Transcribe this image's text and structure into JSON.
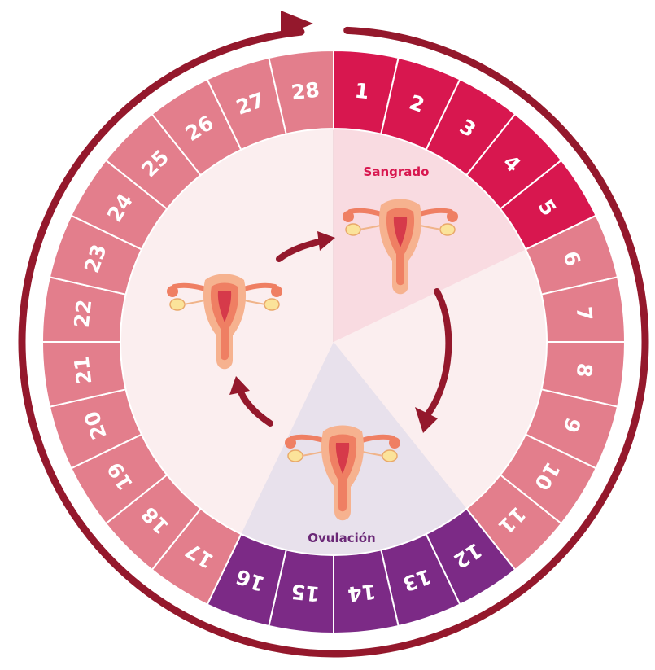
{
  "cycle": {
    "days": [
      "1",
      "2",
      "3",
      "4",
      "5",
      "6",
      "7",
      "8",
      "9",
      "10",
      "11",
      "12",
      "13",
      "14",
      "15",
      "16",
      "17",
      "18",
      "19",
      "20",
      "21",
      "22",
      "23",
      "24",
      "25",
      "26",
      "27",
      "28"
    ],
    "phases": {
      "bleeding": {
        "label": "Sangrado",
        "days": [
          1,
          2,
          3,
          4,
          5
        ],
        "color": "#d8174f",
        "label_color": "#d8174f"
      },
      "ovulation": {
        "label": "Ovulación",
        "days": [
          12,
          13,
          14,
          15,
          16
        ],
        "color": "#7c2a86",
        "label_color": "#6b2877"
      },
      "other": {
        "color": "#e37e8c"
      }
    }
  },
  "colors": {
    "outer_arrow": "#94182c",
    "inner_disc": "#fbeeef",
    "bleeding_sector": "#f9dbe1",
    "ovulation_sector": "#e8e1ec",
    "cycle_arrows": "#94182c",
    "segment_stroke": "#ffffff"
  },
  "icons": [
    "cycle-arrow-icon",
    "uterus-icon"
  ]
}
